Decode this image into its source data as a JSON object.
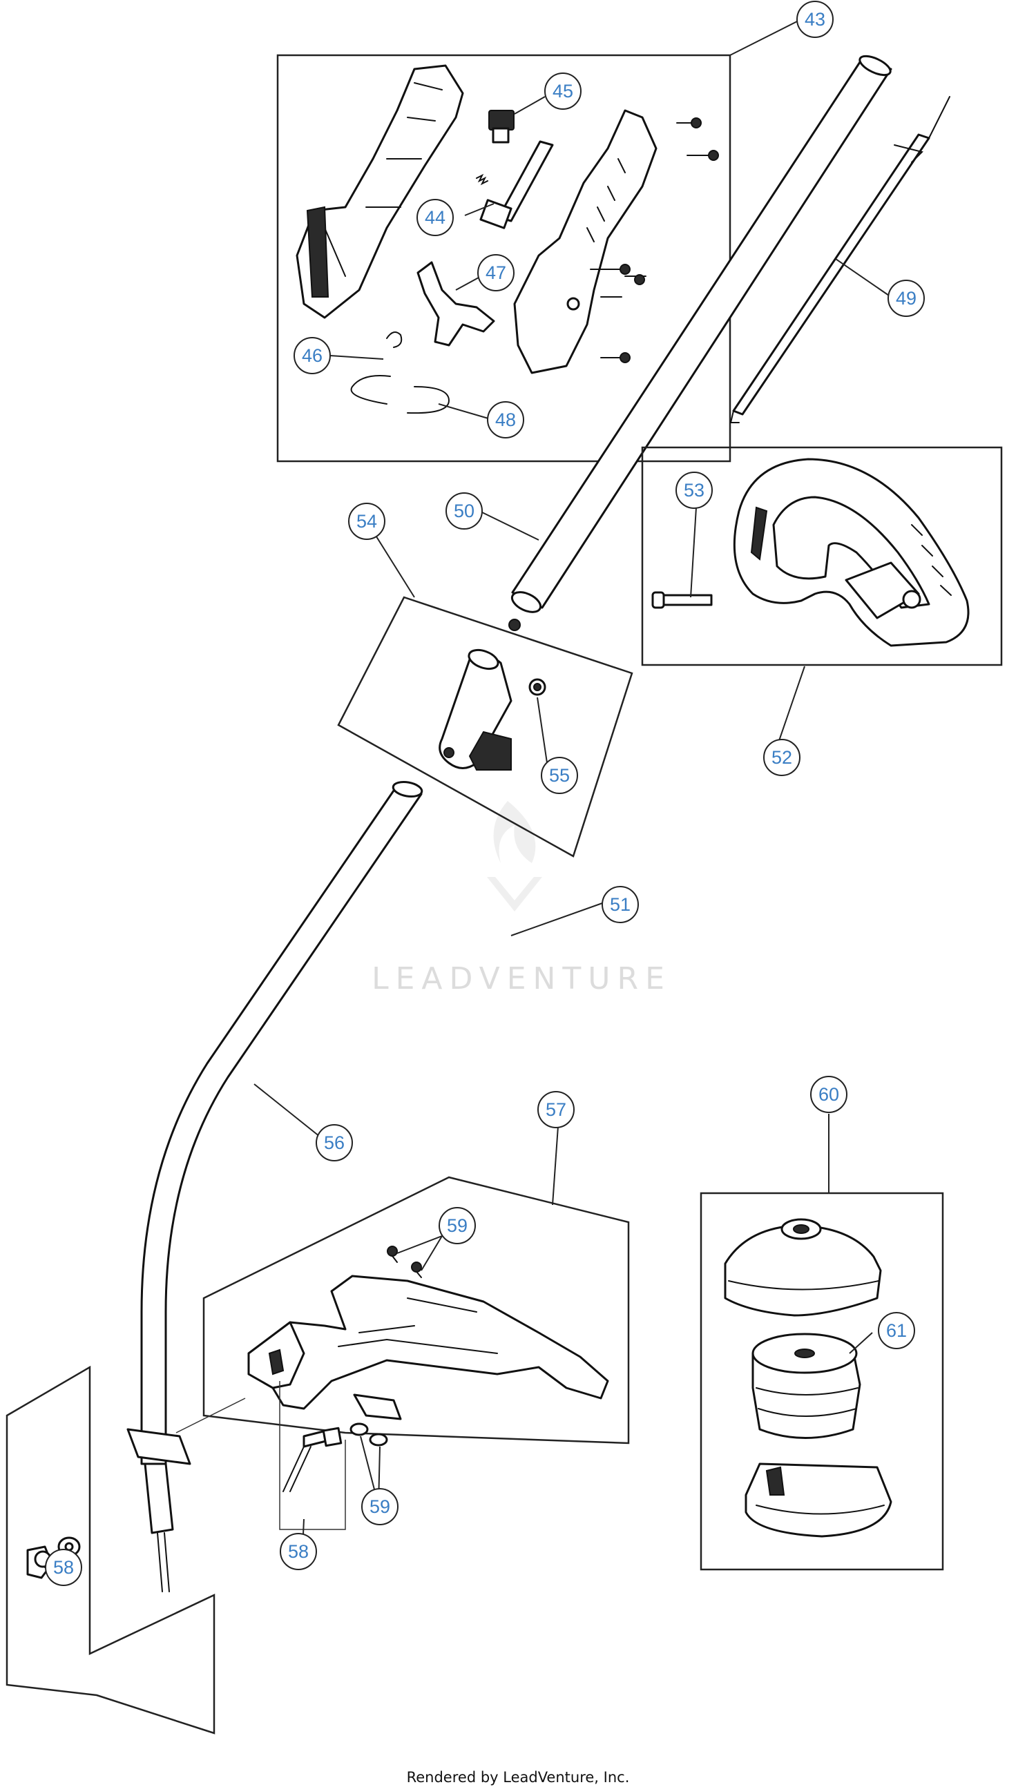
{
  "watermark": "LEADVENTURE",
  "footer": "Rendered by LeadVenture, Inc.",
  "callouts": [
    {
      "id": "43",
      "label": "43"
    },
    {
      "id": "44",
      "label": "44"
    },
    {
      "id": "45",
      "label": "45"
    },
    {
      "id": "46",
      "label": "46"
    },
    {
      "id": "47",
      "label": "47"
    },
    {
      "id": "48",
      "label": "48"
    },
    {
      "id": "49",
      "label": "49"
    },
    {
      "id": "50",
      "label": "50"
    },
    {
      "id": "51",
      "label": "51"
    },
    {
      "id": "52",
      "label": "52"
    },
    {
      "id": "53",
      "label": "53"
    },
    {
      "id": "54",
      "label": "54"
    },
    {
      "id": "55",
      "label": "55"
    },
    {
      "id": "56",
      "label": "56"
    },
    {
      "id": "57",
      "label": "57"
    },
    {
      "id": "58a",
      "label": "58"
    },
    {
      "id": "58b",
      "label": "58"
    },
    {
      "id": "59a",
      "label": "59"
    },
    {
      "id": "59b",
      "label": "59"
    },
    {
      "id": "60",
      "label": "60"
    },
    {
      "id": "61",
      "label": "61"
    }
  ],
  "colors": {
    "callout_text": "#3a7ec4",
    "line": "#222222",
    "watermark": "#dcdcdc"
  }
}
